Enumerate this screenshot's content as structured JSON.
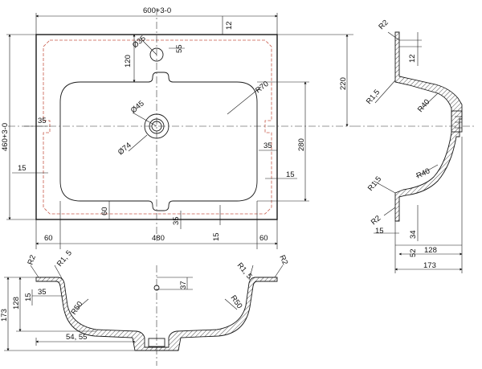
{
  "top_view": {
    "width": "600+3-0",
    "height": "460+3-0",
    "tap_hole": "Ø35",
    "tap_offset_55": "55",
    "tap_offset_120": "120",
    "rim_12": "12",
    "radius_r70": "R70",
    "overall_220": "220",
    "drain": "Ø45",
    "drain_outer": "Ø74",
    "side_35_left": "35",
    "side_35_right": "35",
    "basin_280": "280",
    "side_15_left": "15",
    "side_15_right": "15",
    "bottom_60": "60",
    "bottom_35": "35",
    "base_60_left": "60",
    "base_480": "480",
    "base_15": "15",
    "base_60_right": "60"
  },
  "side_view": {
    "r2_top": "R2",
    "rim_12": "12",
    "r1_5_top": "R1,5",
    "r40_top": "R40",
    "r1_5_bottom": "R1,5",
    "r40_bottom": "R40",
    "r2_bottom": "R2",
    "dim_15": "15",
    "dim_34": "34",
    "dim_52": "52",
    "dim_128": "128",
    "dim_173": "173"
  },
  "front_view": {
    "r2_left": "R2",
    "r1_5_left": "R1, 5",
    "r1_5_right": "R1, 5",
    "r2_right": "R2",
    "dim_35": "35",
    "dim_37": "37",
    "dim_15": "15",
    "dim_128": "128",
    "dim_173": "173",
    "r50_left": "R50",
    "r50_right": "R50",
    "dim_54_55": "54, 55"
  }
}
